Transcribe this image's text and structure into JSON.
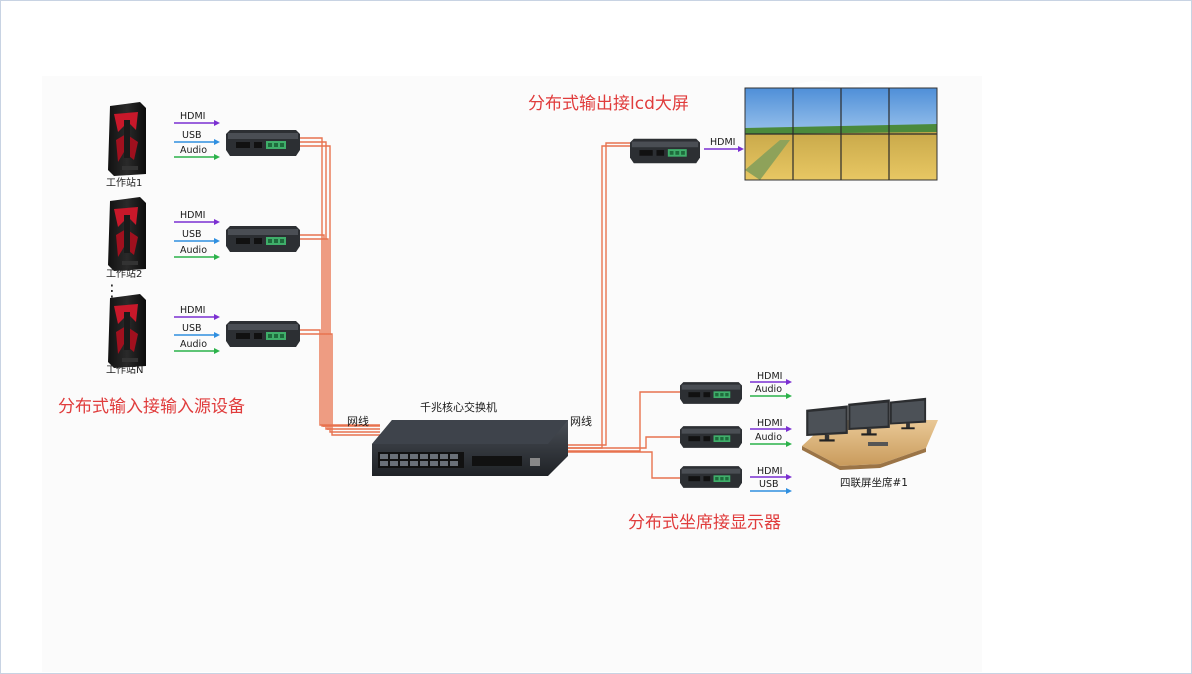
{
  "labels": {
    "input_title": "分布式输入接输入源设备",
    "lcd_title": "分布式输出接lcd大屏",
    "seat_title": "分布式坐席接显示器",
    "switch_label": "千兆核心交换机",
    "net_left": "网线",
    "net_right": "网线",
    "seat_caption": "四联屏坐席#1",
    "ellipsis": "⋮"
  },
  "workstations": [
    {
      "name": "工作站1",
      "signals": [
        "HDMI",
        "USB",
        "Audio"
      ]
    },
    {
      "name": "工作站2",
      "signals": [
        "HDMI",
        "USB",
        "Audio"
      ]
    },
    {
      "name": "工作站N",
      "signals": [
        "HDMI",
        "USB",
        "Audio"
      ]
    }
  ],
  "lcd_output": {
    "signal": "HDMI"
  },
  "seat_receivers": [
    {
      "signals": [
        "HDMI",
        "Audio"
      ]
    },
    {
      "signals": [
        "HDMI",
        "Audio"
      ]
    },
    {
      "signals": [
        "HDMI",
        "USB"
      ]
    }
  ],
  "colors": {
    "cable": "#e8734f",
    "title_red": "#e03c3c",
    "hdmi_arrow": "#7b2fd1",
    "usb_arrow": "#2f8fe0",
    "audio_arrow": "#2bb24a"
  }
}
